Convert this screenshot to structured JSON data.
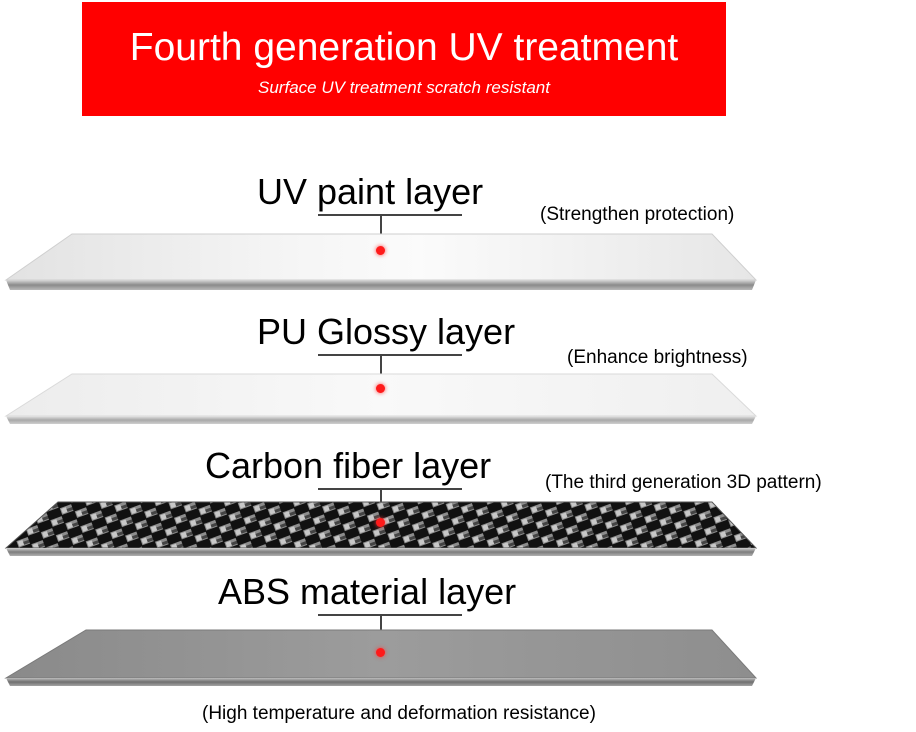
{
  "banner": {
    "title": "Fourth generation UV treatment",
    "subtitle": "Surface UV treatment  scratch resistant",
    "color": "#ff0000"
  },
  "layers": [
    {
      "name": "UV paint layer",
      "note": "(Strengthen protection)",
      "material": "clear-glossy"
    },
    {
      "name": "PU Glossy layer",
      "note": "(Enhance brightness)",
      "material": "clear-white"
    },
    {
      "name": "Carbon fiber layer",
      "note": "(The third generation 3D pattern)",
      "material": "carbon-fiber"
    },
    {
      "name": "ABS material layer",
      "note": "(High temperature and deformation resistance)",
      "material": "grey-abs"
    }
  ],
  "marker_color": "#ff1a1a"
}
